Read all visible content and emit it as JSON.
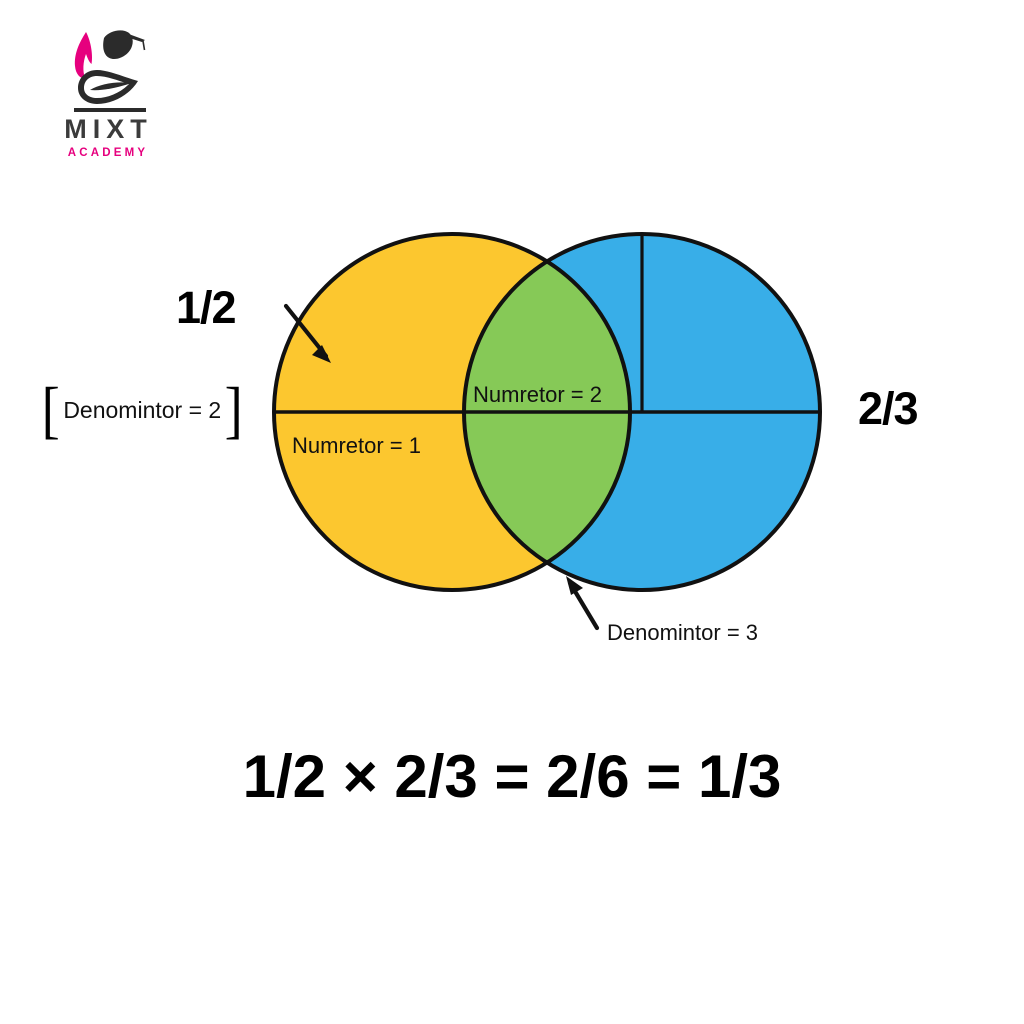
{
  "logo": {
    "name": "MIXT",
    "subtitle": "ACADEMY",
    "mark_icon": "graduation-cap-leaf-flame-icon",
    "name_color": "#3b3b3b",
    "subtitle_color": "#e6007e",
    "flame_color": "#e6007e",
    "cap_color": "#2b2b2b"
  },
  "diagram": {
    "type": "venn-fraction-multiplication",
    "left_circle": {
      "fraction": "1/2",
      "fill_color": "#FCC72F",
      "numerator_label": "Numretor = 1",
      "denominator_label": "Denomintor = 2",
      "divisions": 2
    },
    "right_circle": {
      "fraction": "2/3",
      "fill_color": "#38AEE8",
      "denominator_label": "Denomintor = 3",
      "divisions": 3
    },
    "overlap": {
      "fill_color": "#86C957",
      "numerator_label": "Numretor = 2"
    },
    "stroke_color": "#111111"
  },
  "equation": {
    "text": "1/2 × 2/3 = 2/6 = 1/3"
  }
}
